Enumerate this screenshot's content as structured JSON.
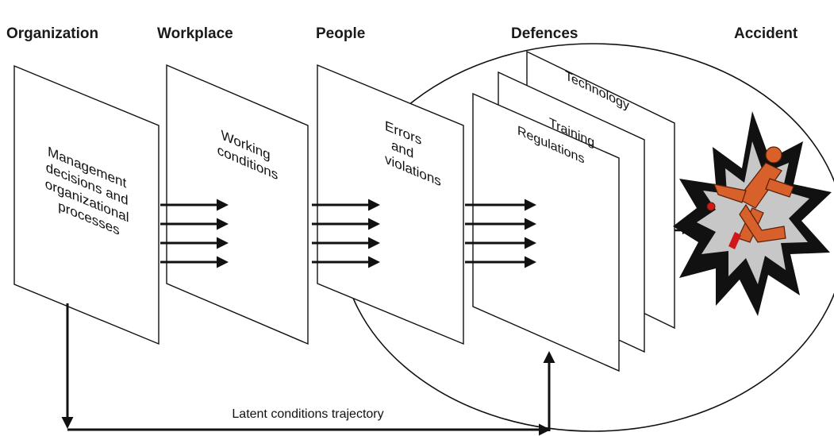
{
  "headers": {
    "organization": "Organization",
    "workplace": "Workplace",
    "people": "People",
    "defences": "Defences",
    "accident": "Accident"
  },
  "planes": {
    "organization_lines": [
      "Management",
      "decisions and",
      "organizational",
      "processes"
    ],
    "workplace_lines": [
      "Working",
      "conditions"
    ],
    "people_lines": [
      "Errors",
      "and",
      "violations"
    ],
    "defence_layers": [
      "Technology",
      "Training",
      "Regulations"
    ]
  },
  "trajectory_label": "Latent conditions trajectory",
  "colors": {
    "line": "#111111",
    "burst_outer": "#111111",
    "burst_inner": "#c7c7c7",
    "figure": "#d8602a",
    "accent_red": "#d01818"
  }
}
